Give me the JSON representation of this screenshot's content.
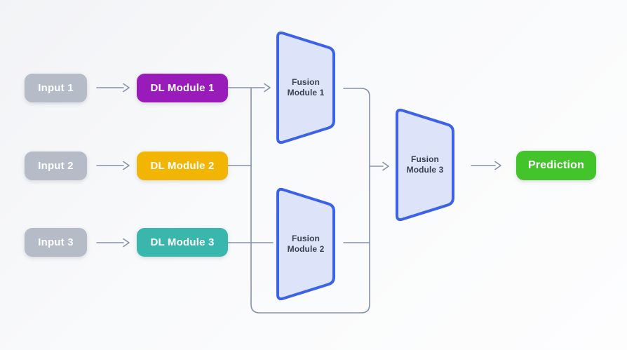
{
  "palette": {
    "background": "#f5f6f9",
    "connector": "#8591ab",
    "input_fill": "#b5bbc7",
    "dl1_fill": "#991cba",
    "dl2_fill": "#f3b503",
    "dl3_fill": "#39b7ac",
    "fusion_fill": "#dde3f8",
    "fusion_border": "#3c62e8",
    "fusion_text": "#3b424f",
    "prediction_fill": "#42c42a",
    "box_text": "#ffffff"
  },
  "diagram": {
    "inputs": [
      {
        "label": "Input 1"
      },
      {
        "label": "Input 2"
      },
      {
        "label": "Input 3"
      }
    ],
    "dl_modules": [
      {
        "label": "DL Module 1"
      },
      {
        "label": "DL Module 2"
      },
      {
        "label": "DL Module 3"
      }
    ],
    "fusion_modules": [
      {
        "line1": "Fusion",
        "line2": "Module 1"
      },
      {
        "line1": "Fusion",
        "line2": "Module 2"
      },
      {
        "line1": "Fusion",
        "line2": "Module 3"
      }
    ],
    "prediction": {
      "label": "Prediction"
    }
  }
}
